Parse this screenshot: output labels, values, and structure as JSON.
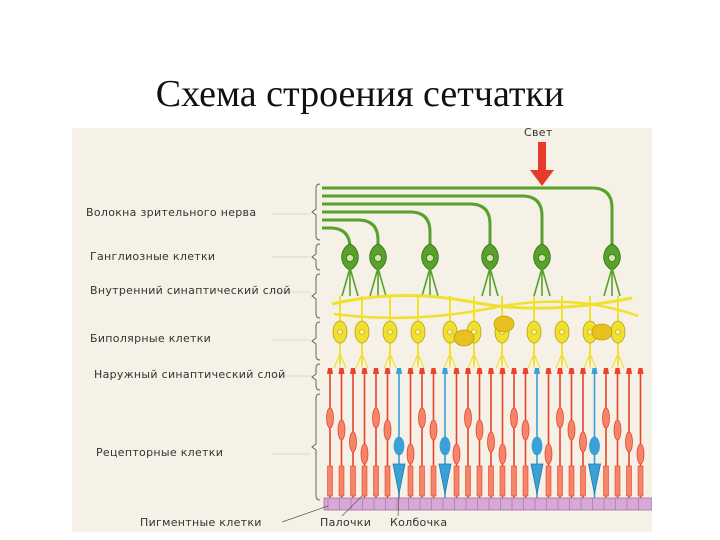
{
  "title": "Схема строения сетчатки",
  "light_label": "Свет",
  "layers": [
    "Волокна зрительного нерва",
    "Ганглиозные клетки",
    "Внутренний синаптический слой",
    "Биполярные клетки",
    "Наружный синаптический слой",
    "Рецепторные клетки"
  ],
  "bottom_labels": [
    "Пигментные клетки",
    "Палочки",
    "Колбочка"
  ],
  "colors": {
    "nerve": "#5aa02c",
    "bipolar": "#f0e030",
    "rod": "#e8442a",
    "rod_fill": "#f4846a",
    "cone": "#3aa0d8",
    "pigment": "#d8a8d8",
    "arrow": "#e83a2a"
  }
}
